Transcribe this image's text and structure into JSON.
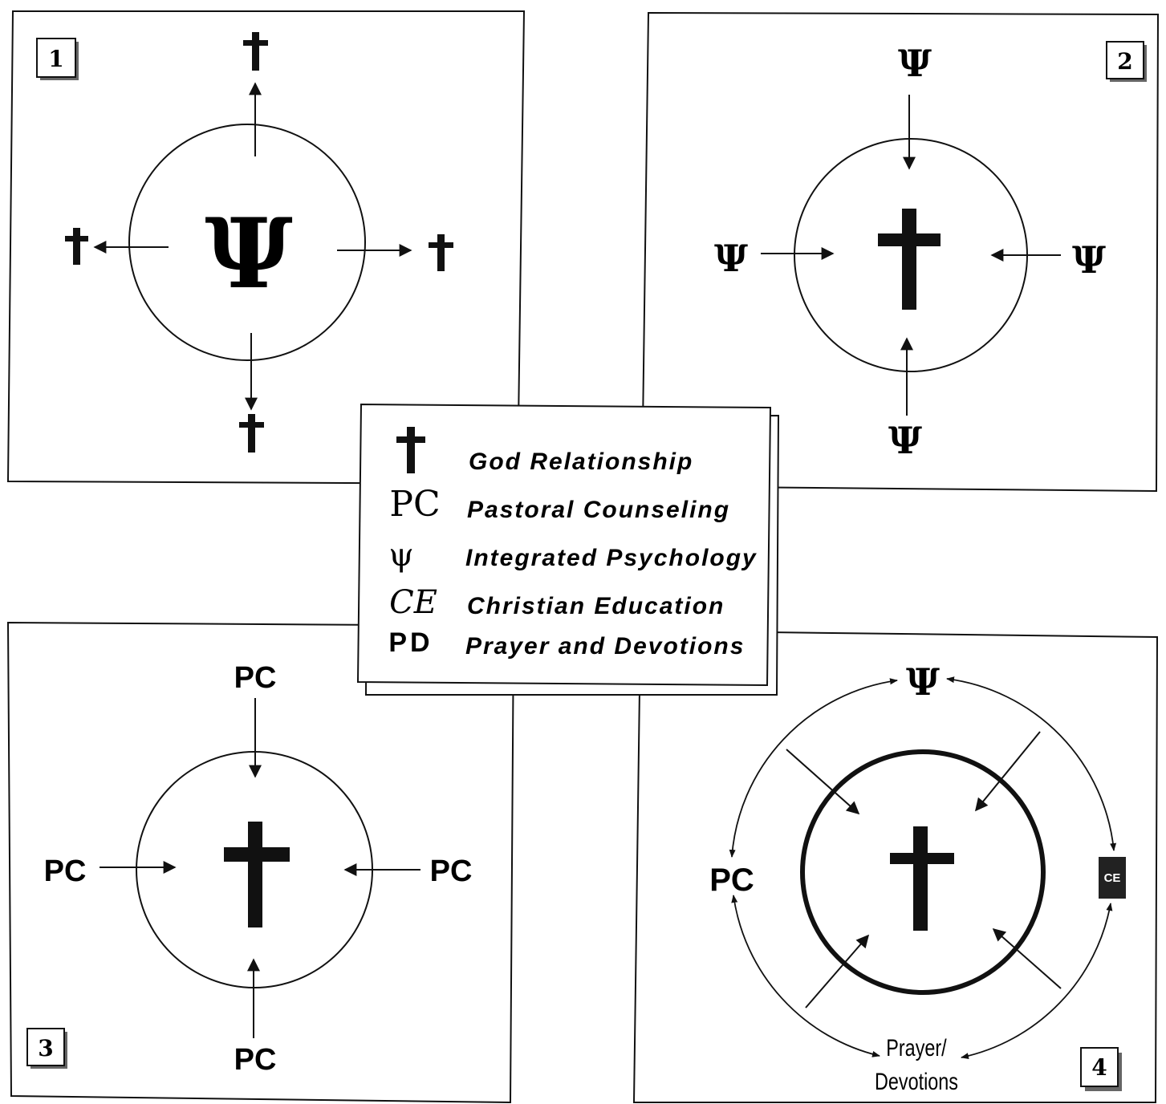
{
  "panels": [
    {
      "number": "1"
    },
    {
      "number": "2"
    },
    {
      "number": "3"
    },
    {
      "number": "4"
    }
  ],
  "symbols": {
    "psi": "Ψ",
    "pc": "PC",
    "ce": "CE",
    "pd": "PD"
  },
  "panel4": {
    "pc_label": "PC",
    "prayer_line1": "Prayer/",
    "prayer_line2": "Devotions"
  },
  "legend": {
    "items": [
      {
        "symbol": "†",
        "label": "God Relationship"
      },
      {
        "symbol": "PC",
        "label": "Pastoral Counseling"
      },
      {
        "symbol": "ψ",
        "label": "Integrated Psychology"
      },
      {
        "symbol": "CE",
        "label": "Christian Education"
      },
      {
        "symbol": "PD",
        "label": "Prayer and Devotions"
      }
    ]
  },
  "colors": {
    "ink": "#111111",
    "paper": "#ffffff",
    "shadow": "#444444"
  }
}
